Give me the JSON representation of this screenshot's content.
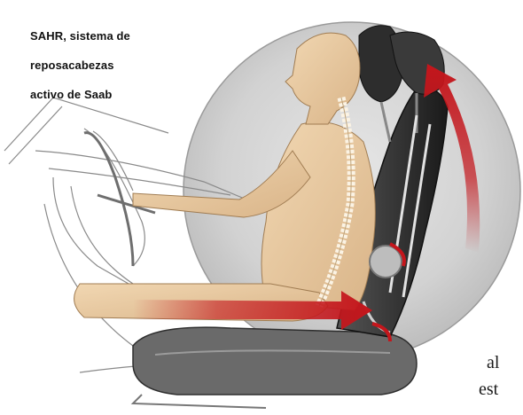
{
  "caption": {
    "lines": [
      "SAHR, sistema de",
      "reposacabezas",
      "activo de Saab"
    ]
  },
  "body_text_fragments": [
    "al",
    "est"
  ],
  "colors": {
    "arrow": "#c4161c",
    "skin": "#e8c9a0",
    "seat": "#2a2a2a",
    "circle": "#c9c9c9"
  },
  "icons": {
    "arrow_forward": "red-forward-arrow-icon",
    "arrow_up": "red-curved-up-arrow-icon"
  }
}
